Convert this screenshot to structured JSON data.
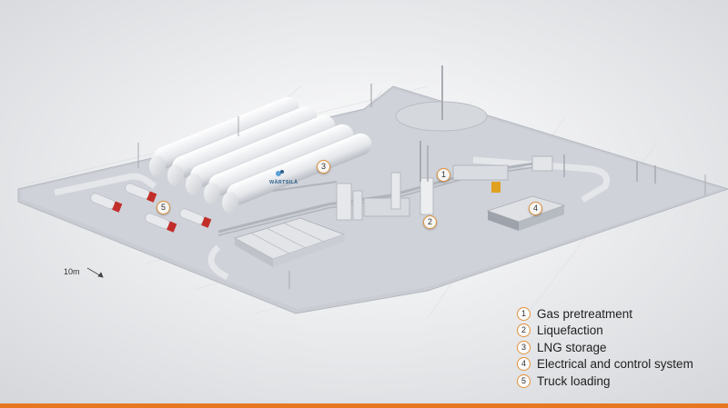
{
  "scale": {
    "label": "10m"
  },
  "brand": {
    "text": "WÄRTSILÄ"
  },
  "markers": [
    "1",
    "2",
    "3",
    "4",
    "5"
  ],
  "legend": [
    {
      "num": "1",
      "label": "Gas pretreatment"
    },
    {
      "num": "2",
      "label": "Liquefaction"
    },
    {
      "num": "3",
      "label": "LNG storage"
    },
    {
      "num": "4",
      "label": "Electrical and control system"
    },
    {
      "num": "5",
      "label": "Truck loading"
    }
  ],
  "colors": {
    "accent": "#e87722",
    "marker_border": "#e0923a",
    "ground": "#c9ccd3",
    "background": "#e9ebee"
  }
}
